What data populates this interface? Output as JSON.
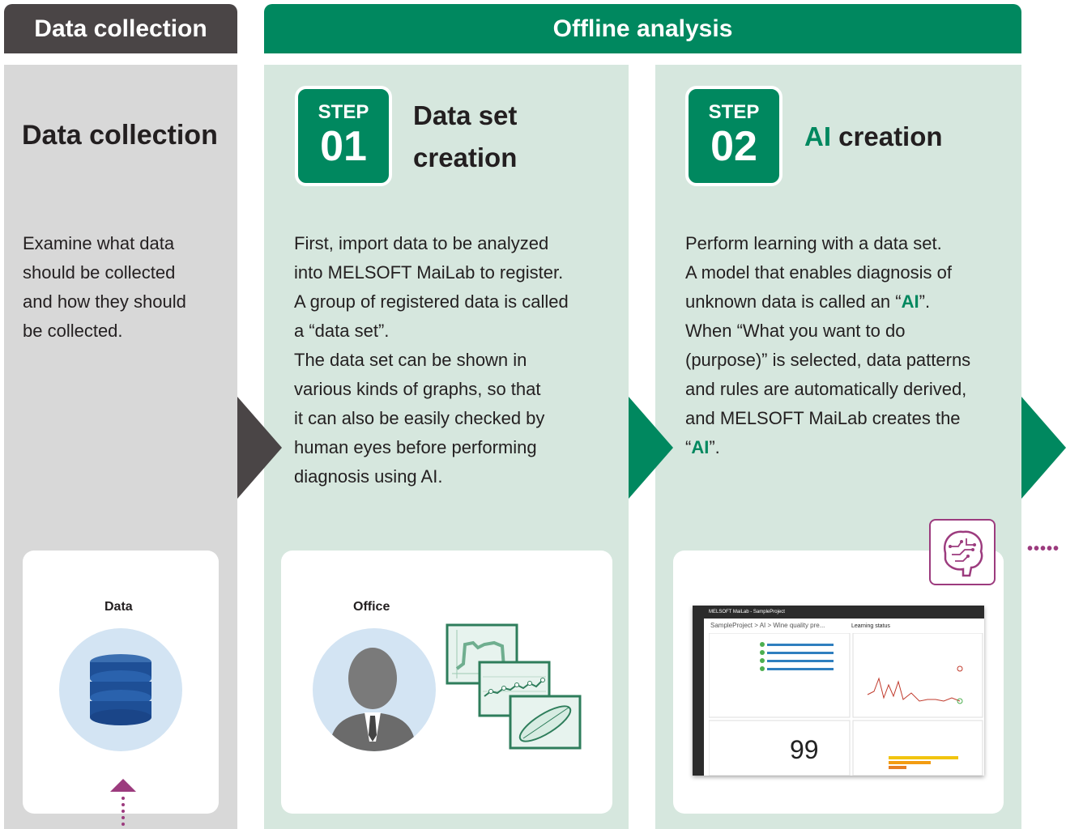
{
  "headers": {
    "data_collection": "Data collection",
    "offline_analysis": "Offline analysis"
  },
  "collection": {
    "title": "Data collection",
    "lines": [
      "Examine what data",
      "should be collected",
      "and how they should",
      "be collected."
    ],
    "card_label": "Data"
  },
  "step1": {
    "step_word": "STEP",
    "step_num": "01",
    "title_line1": "Data set",
    "title_line2": "creation",
    "lines": [
      "First, import data to be analyzed",
      "into MELSOFT MaiLab to register.",
      "A group of registered data is called",
      "a “data set”.",
      "The data set can be shown in",
      "various kinds of graphs, so that",
      "it can also be easily checked by",
      "human eyes before performing",
      "diagnosis using AI."
    ],
    "card_label": "Office"
  },
  "step2": {
    "step_word": "STEP",
    "step_num": "02",
    "title_accent": "AI",
    "title_rest": " creation",
    "line1": "Perform learning with a data set.",
    "line2": "A model that enables diagnosis of",
    "line3_pre": "unknown data is called an “",
    "line3_accent": "AI",
    "line3_post": "”.",
    "line4": "When “What you want to do",
    "line5": "(purpose)” is selected, data patterns",
    "line6": "and rules are automatically derived,",
    "line7": "and MELSOFT MaiLab creates the",
    "line8_pre": "“",
    "line8_accent": "AI",
    "line8_post": "”."
  },
  "screenshot": {
    "app_title": "MELSOFT MaiLab - SampleProject",
    "breadcrumb": "SampleProject  >  AI  >  Wine quality pre...",
    "section": "Learning status",
    "score": "99"
  },
  "colors": {
    "green": "#00885f",
    "dark_gray": "#4a4546",
    "light_green": "#d6e7de",
    "light_gray": "#d8d8d8",
    "magenta": "#9c3b7e"
  }
}
